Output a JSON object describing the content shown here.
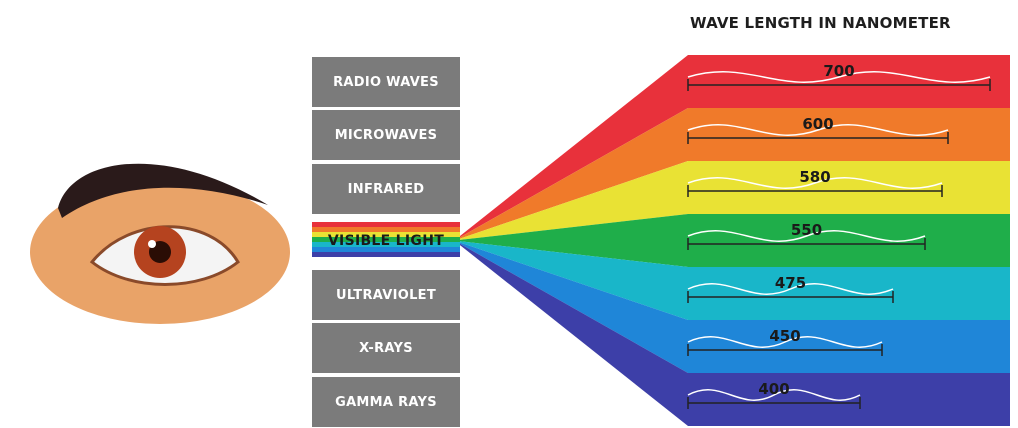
{
  "title": "WAVE LENGTH IN NANOMETER",
  "spectrum": [
    {
      "label": "RADIO WAVES"
    },
    {
      "label": "MICROWAVES"
    },
    {
      "label": "INFRARED"
    },
    {
      "label": "VISIBLE LIGHT"
    },
    {
      "label": "ULTRAVIOLET"
    },
    {
      "label": "X-RAYS"
    },
    {
      "label": "GAMMA RAYS"
    }
  ],
  "bands": [
    {
      "nm": "700",
      "color": "#e8313b"
    },
    {
      "nm": "600",
      "color": "#f07a2a"
    },
    {
      "nm": "580",
      "color": "#e9e234"
    },
    {
      "nm": "550",
      "color": "#1fae4a"
    },
    {
      "nm": "475",
      "color": "#19b6c9"
    },
    {
      "nm": "450",
      "color": "#1f86d8"
    },
    {
      "nm": "400",
      "color": "#3d3fa8"
    }
  ]
}
